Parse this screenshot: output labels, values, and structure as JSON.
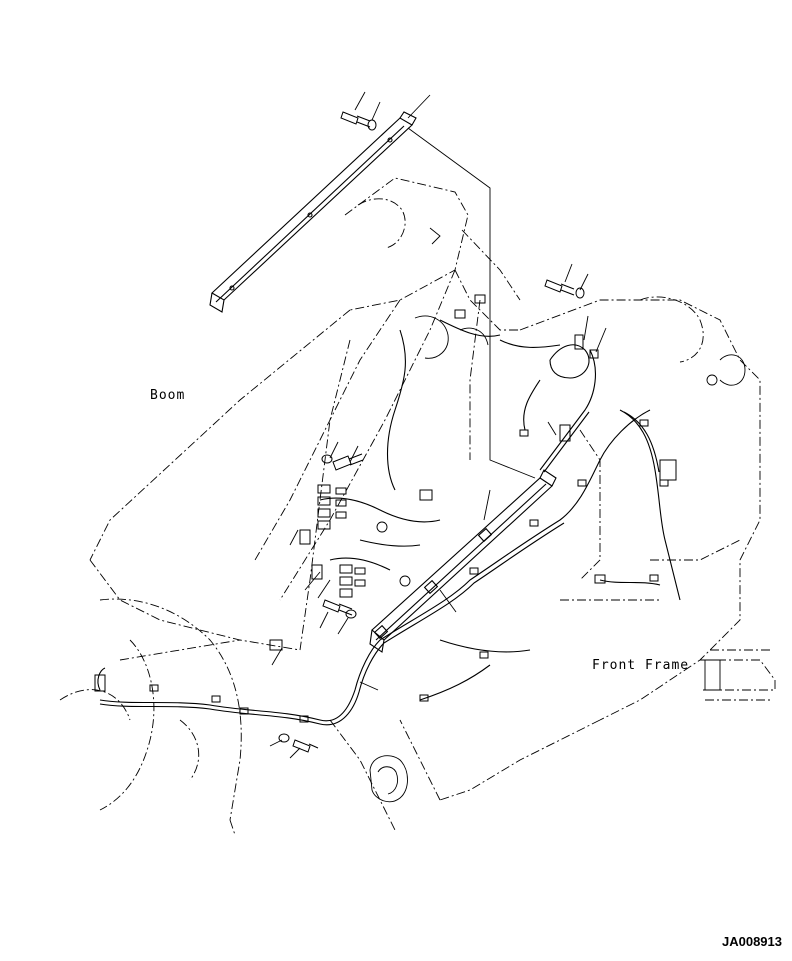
{
  "labels": {
    "boom": "Boom",
    "front_frame": "Front Frame"
  },
  "figure_code": "JA008913",
  "colors": {
    "ink": "#000000",
    "background": "#ffffff"
  }
}
